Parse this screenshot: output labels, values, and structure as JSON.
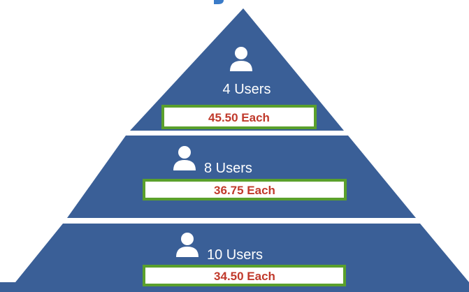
{
  "pyramid": {
    "colors": {
      "tier_fill": "#3a5f97",
      "box_border": "#5aa02c",
      "box_fill": "#ffffff",
      "price_text": "#c0392b",
      "label_text": "#ffffff"
    },
    "tiers": [
      {
        "icon": "user-icon",
        "label": "4 Users",
        "price": "45.50 Each"
      },
      {
        "icon": "user-icon",
        "label": "8 Users",
        "price": "36.75 Each"
      },
      {
        "icon": "user-icon",
        "label": "10 Users",
        "price": "34.50 Each"
      }
    ]
  }
}
